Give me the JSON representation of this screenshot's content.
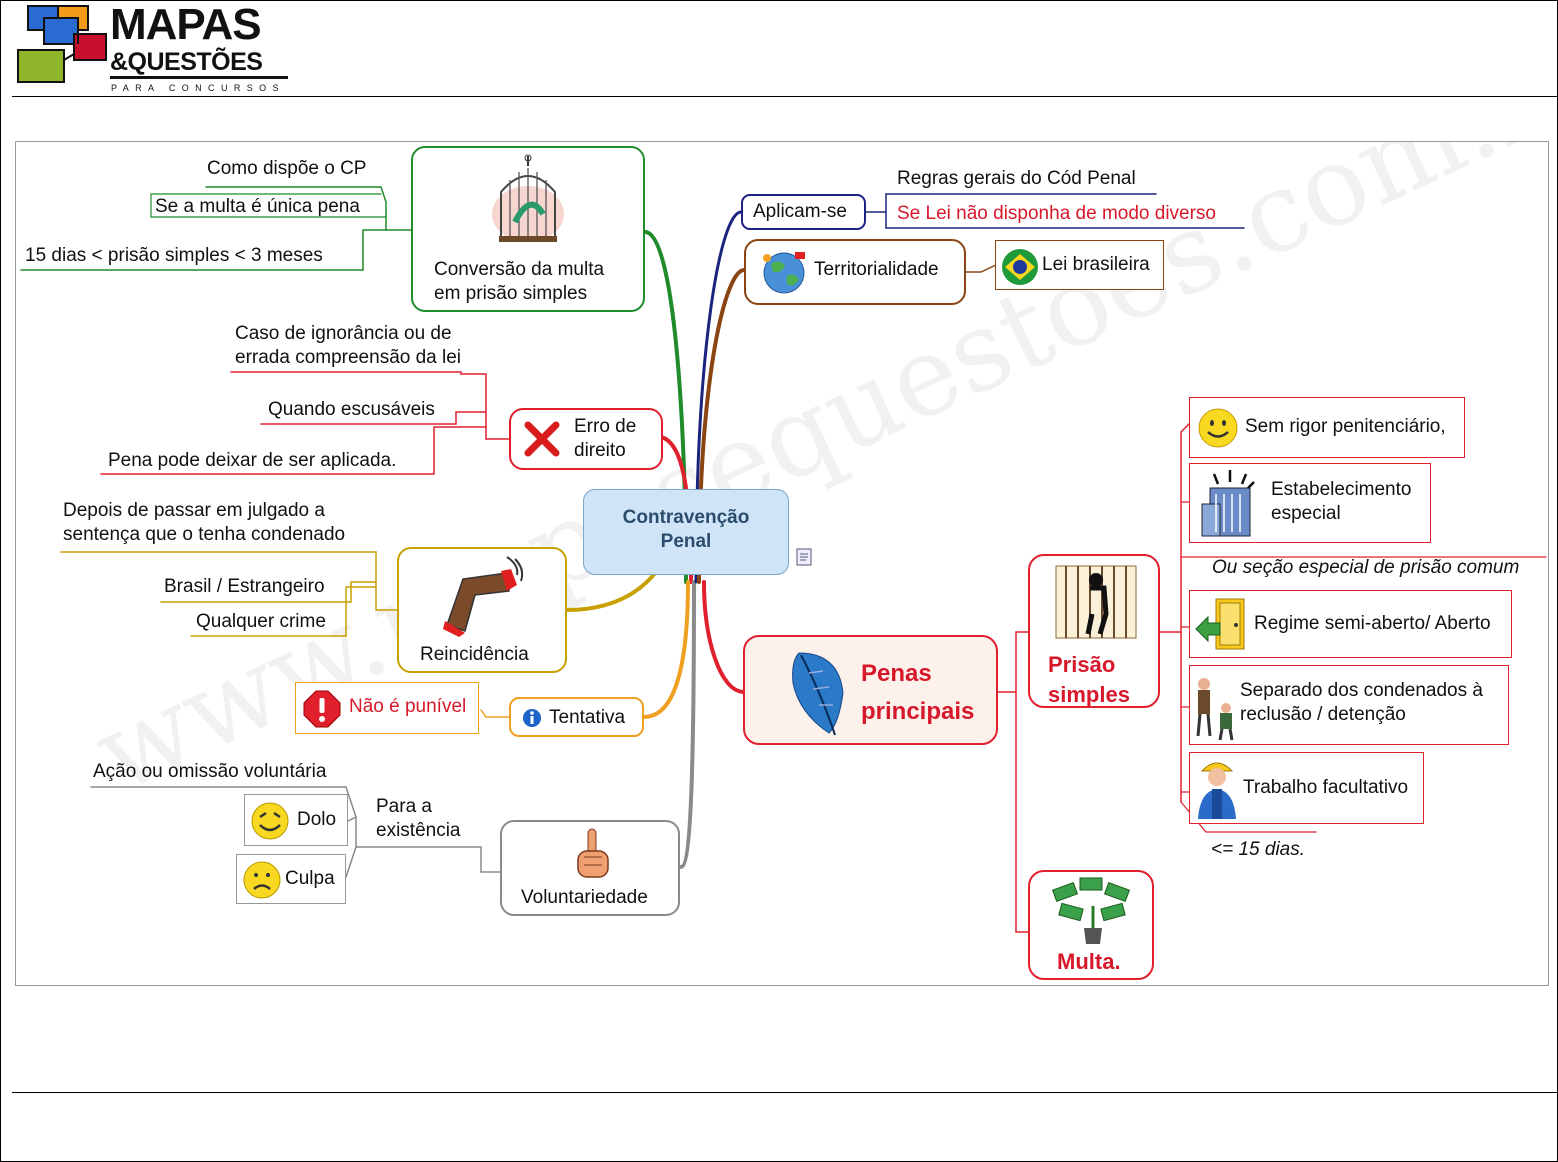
{
  "logo": {
    "line1": "MAPAS",
    "line2": "&QUESTÕES",
    "line3": "PARA CONCURSOS"
  },
  "colors": {
    "green": "#1f8b2a",
    "red": "#e0202d",
    "brown": "#8b4513",
    "navy": "#1a237e",
    "gold": "#c8a000",
    "orange": "#f0a020",
    "gray": "#8a8a8a",
    "central_fill": "#cfe5f7"
  },
  "watermark": "www.mapasequestoes.com.br/",
  "central": {
    "label": "Contravenção\nPenal"
  },
  "conversao": {
    "label": "Conversão da multa\nem prisão simples",
    "icon": "birdcage-icon",
    "items": [
      "Como dispõe o CP",
      "Se a multa é única pena",
      "15 dias < prisão simples <  3 meses"
    ]
  },
  "erro": {
    "label": "Erro de\ndireito",
    "icon": "red-x-icon",
    "items": [
      "Caso de ignorância ou de\nerrada compreensão da lei",
      "Quando escusáveis",
      "Pena pode deixar de ser aplicada."
    ]
  },
  "reincidencia": {
    "label": "Reincidência",
    "icon": "boomerang-icon",
    "items": [
      "Depois de passar em julgado a\nsentença que o tenha condenado",
      "Brasil / Estrangeiro",
      "Qualquer crime"
    ]
  },
  "tentativa": {
    "label": "Tentativa",
    "icon": "info-icon",
    "item": "Não é punível",
    "item_icon": "alert-icon"
  },
  "voluntariedade": {
    "label": "Voluntariedade",
    "icon": "pointing-hand-icon",
    "sub": "Para a\nexistência",
    "items": [
      "Ação ou omissão voluntária",
      "Dolo",
      "Culpa"
    ],
    "dolo_icon": "smiley-icon",
    "culpa_icon": "sad-face-icon"
  },
  "aplicam": {
    "label": "Aplicam-se",
    "items": [
      "Regras gerais do Cód Penal",
      "Se Lei não disponha de modo diverso"
    ]
  },
  "territorialidade": {
    "label": "Territorialidade",
    "icon": "globe-icon",
    "item": "Lei brasileira",
    "item_icon": "brazil-flag-icon"
  },
  "penas": {
    "label": "Penas\nprincipais",
    "icon": "feather-icon"
  },
  "prisao": {
    "label": "Prisão\nsimples",
    "icon": "jail-icon",
    "items": [
      {
        "text": "Sem rigor penitenciário,",
        "icon": "smiley-icon"
      },
      {
        "text": "Estabelecimento\nespecial",
        "icon": "building-icon"
      },
      {
        "text": "Ou seção especial de prisão comum",
        "icon": ""
      },
      {
        "text": "Regime semi-aberto/ Aberto",
        "icon": "exit-door-icon"
      },
      {
        "text": "Separado dos condenados à\nreclusão / detenção",
        "icon": "people-icon"
      },
      {
        "text": "Trabalho facultativo",
        "icon": "worker-icon"
      },
      {
        "text": "<= 15 dias.",
        "icon": ""
      }
    ]
  },
  "multa": {
    "label": "Multa.",
    "icon": "money-plant-icon"
  }
}
